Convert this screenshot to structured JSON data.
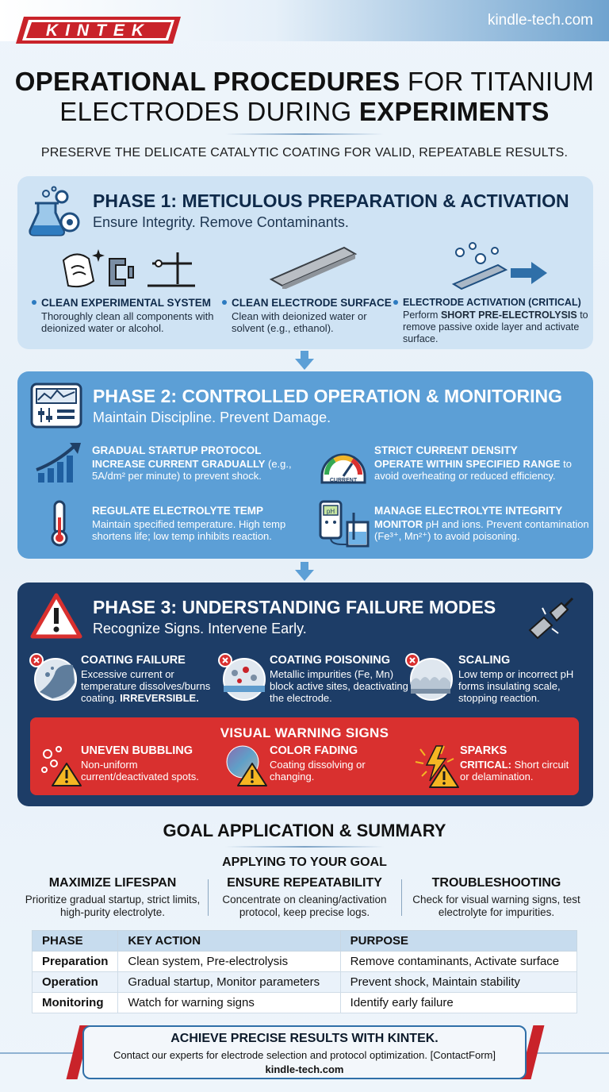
{
  "header": {
    "logo_text": "KINTEK",
    "site": "kindle-tech.com"
  },
  "title": {
    "line1_bold": "OPERATIONAL PROCEDURES",
    "line1_rest": " FOR TITANIUM",
    "line2_rest": "ELECTRODES DURING ",
    "line2_bold": "EXPERIMENTS",
    "subtitle": "PRESERVE THE DELICATE CATALYTIC COATING FOR VALID, REPEATABLE RESULTS."
  },
  "phase1": {
    "title": "PHASE 1: METICULOUS PREPARATION & ACTIVATION",
    "subtitle": "Ensure Integrity. Remove Contaminants.",
    "items": [
      {
        "title": "CLEAN EXPERIMENTAL SYSTEM",
        "text": "Thoroughly clean all components with deionized water or alcohol."
      },
      {
        "title": "CLEAN ELECTRODE SURFACE",
        "text": "Clean with deionized water or solvent (e.g., ethanol)."
      },
      {
        "title": "ELECTRODE ACTIVATION (CRITICAL)",
        "text_pre": "Perform ",
        "text_bold": "SHORT PRE-ELECTROLYSIS",
        "text_post": " to remove passive oxide layer and activate surface."
      }
    ]
  },
  "phase2": {
    "title": "PHASE 2: CONTROLLED OPERATION & MONITORING",
    "subtitle": "Maintain Discipline. Prevent Damage.",
    "items": [
      {
        "title": "GRADUAL STARTUP PROTOCOL",
        "text_bold": "INCREASE CURRENT GRADUALLY",
        "text_post": " (e.g., 5A/dm² per minute) to prevent shock."
      },
      {
        "title": "STRICT CURRENT DENSITY",
        "text_bold": "OPERATE WITHIN SPECIFIED RANGE",
        "text_post": " to avoid overheating or reduced efficiency."
      },
      {
        "title": "REGULATE ELECTROLYTE TEMP",
        "text": "Maintain specified temperature. High temp shortens life; low temp inhibits reaction."
      },
      {
        "title": "MANAGE ELECTROLYTE INTEGRITY",
        "text_bold": "MONITOR",
        "text_post": " pH and ions. Prevent contamination (Fe³⁺, Mn²⁺) to avoid poisoning."
      }
    ],
    "gauge_label": "CURRENT",
    "meter_label": "pH"
  },
  "phase3": {
    "title": "PHASE 3: UNDERSTANDING FAILURE MODES",
    "subtitle": "Recognize Signs. Intervene Early.",
    "items": [
      {
        "title": "COATING FAILURE",
        "text_pre": "Excessive current or temperature dissolves/burns coating. ",
        "text_bold": "IRREVERSIBLE."
      },
      {
        "title": "COATING POISONING",
        "text": "Metallic impurities (Fe, Mn) block active sites, deactivating the electrode."
      },
      {
        "title": "SCALING",
        "text": "Low temp or incorrect pH forms insulating scale, stopping reaction."
      }
    ],
    "warning": {
      "title": "VISUAL WARNING SIGNS",
      "items": [
        {
          "title": "UNEVEN BUBBLING",
          "text": "Non-uniform current/deactivated spots."
        },
        {
          "title": "COLOR FADING",
          "text": "Coating dissolving or changing."
        },
        {
          "title": "SPARKS",
          "text_bold": "CRITICAL:",
          "text_post": " Short circuit or delamination."
        }
      ]
    }
  },
  "goal": {
    "title": "GOAL APPLICATION & SUMMARY",
    "subtitle": "APPLYING TO YOUR GOAL",
    "columns": [
      {
        "title": "MAXIMIZE LIFESPAN",
        "text": "Prioritize gradual startup, strict limits, high-purity electrolyte."
      },
      {
        "title": "ENSURE REPEATABILITY",
        "text": "Concentrate on cleaning/activation protocol, keep precise logs."
      },
      {
        "title": "TROUBLESHOOTING",
        "text": "Check for visual warning signs, test electrolyte for impurities."
      }
    ]
  },
  "table": {
    "headers": [
      "PHASE",
      "KEY ACTION",
      "PURPOSE"
    ],
    "rows": [
      [
        "Preparation",
        "Clean system, Pre-electrolysis",
        "Remove contaminants, Activate surface"
      ],
      [
        "Operation",
        "Gradual startup, Monitor parameters",
        "Prevent shock, Maintain stability"
      ],
      [
        "Monitoring",
        "Watch for warning signs",
        "Identify early failure"
      ]
    ]
  },
  "cta": {
    "line1": "ACHIEVE PRECISE RESULTS WITH KINTEK.",
    "line2": "Contact our experts for electrode selection and protocol optimization. [ContactForm]",
    "line3": "kindle-tech.com"
  },
  "colors": {
    "brand_red": "#d9302f",
    "phase1_bg": "#cfe3f4",
    "phase2_bg": "#5c9fd6",
    "phase3_bg": "#1d3d67",
    "accent_blue": "#2f6fa8"
  }
}
